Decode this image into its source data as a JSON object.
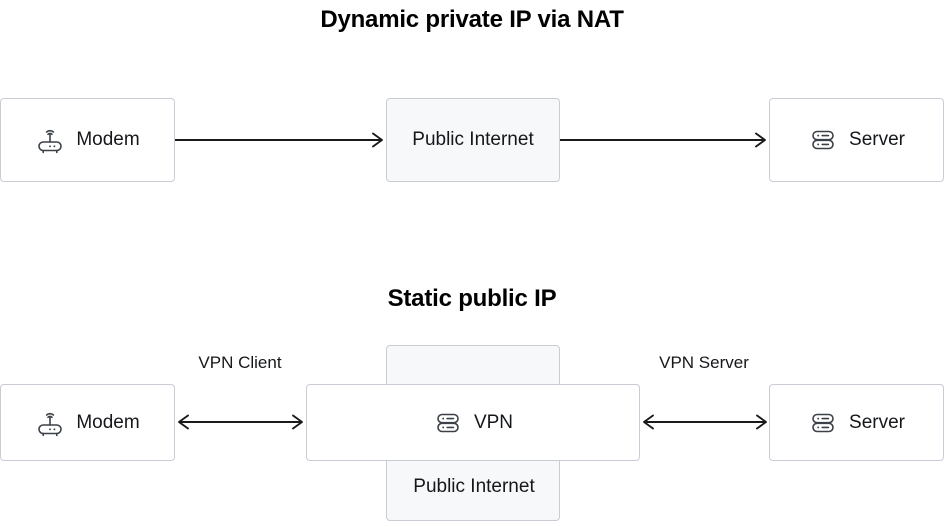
{
  "diagram": {
    "sections": [
      {
        "id": "dynamic-nat",
        "title": "Dynamic private IP via NAT",
        "nodes": [
          {
            "id": "modem-top",
            "label": "Modem",
            "icon": "router-icon",
            "fill": "white"
          },
          {
            "id": "public-internet-top",
            "label": "Public Internet",
            "icon": "none",
            "fill": "gray"
          },
          {
            "id": "server-top",
            "label": "Server",
            "icon": "server-icon",
            "fill": "white"
          }
        ],
        "connectors": [
          {
            "id": "modem-to-internet",
            "direction": "right"
          },
          {
            "id": "internet-to-server",
            "direction": "right"
          }
        ]
      },
      {
        "id": "static-public-ip",
        "title": "Static public IP",
        "nodes": [
          {
            "id": "modem-bottom",
            "label": "Modem",
            "icon": "router-icon",
            "fill": "white"
          },
          {
            "id": "vpn",
            "label": "VPN",
            "icon": "server-icon",
            "fill": "white"
          },
          {
            "id": "public-internet-bottom",
            "label": "Public Internet",
            "icon": "none",
            "fill": "gray"
          },
          {
            "id": "server-bottom",
            "label": "Server",
            "icon": "server-icon",
            "fill": "white"
          }
        ],
        "connectors": [
          {
            "id": "modem-to-vpn",
            "direction": "both",
            "caption": "VPN Client"
          },
          {
            "id": "vpn-to-server",
            "direction": "both",
            "caption": "VPN Server"
          }
        ],
        "captions": [
          {
            "id": "vpn-client-caption",
            "text": "VPN Client"
          },
          {
            "id": "vpn-server-caption",
            "text": "VPN Server"
          }
        ]
      }
    ],
    "colors": {
      "box_border": "#c9ccd4",
      "box_fill_white": "#ffffff",
      "box_fill_gray": "#f7f8fa",
      "arrow": "#1a1a1a",
      "text": "#15171a",
      "title": "#000000",
      "icon_stroke": "#3c4149"
    }
  }
}
